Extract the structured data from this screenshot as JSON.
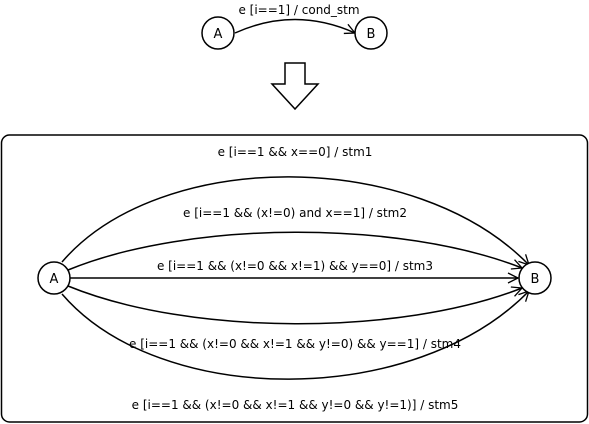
{
  "top": {
    "source_state": "A",
    "target_state": "B",
    "transition_label": "e [i==1] / cond_stm"
  },
  "bottom": {
    "source_state": "A",
    "target_state": "B",
    "transitions": [
      {
        "label": "e [i==1 && x==0] / stm1"
      },
      {
        "label": "e [i==1 && (x!=0) and x==1] / stm2"
      },
      {
        "label": "e [i==1 && (x!=0 && x!=1) && y==0] / stm3"
      },
      {
        "label": "e [i==1 && (x!=0 && x!=1 && y!=0) && y==1] / stm4"
      },
      {
        "label": "e [i==1 && (x!=0 && x!=1 && y!=0 && y!=1)] / stm5"
      }
    ]
  }
}
